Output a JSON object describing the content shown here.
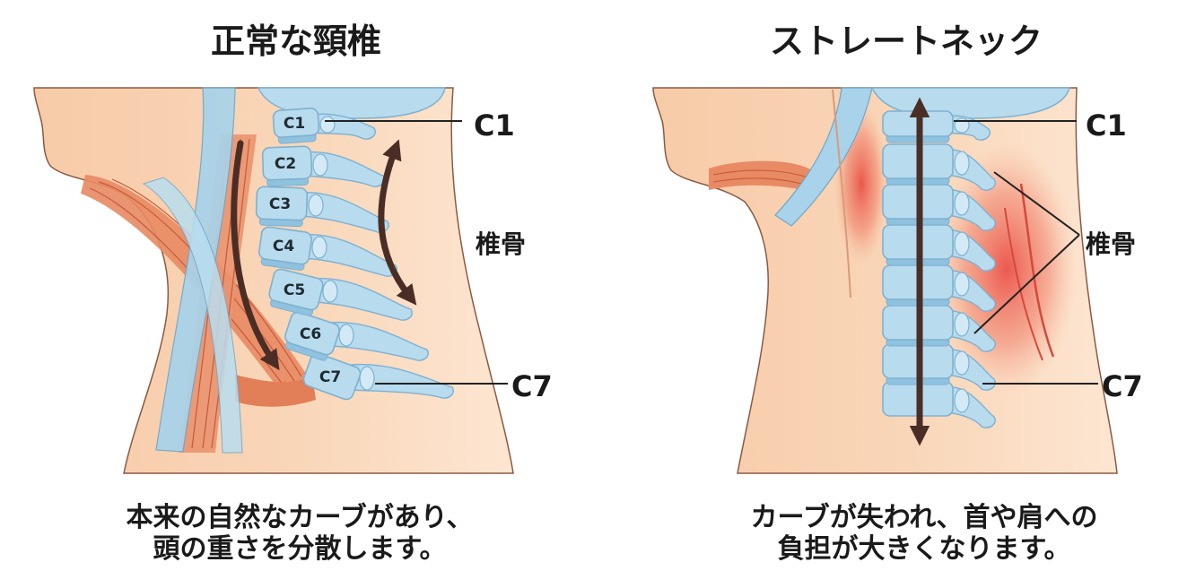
{
  "panels": [
    {
      "title": "正常な頸椎",
      "caption": [
        "本来の自然なカーブがあり、",
        "頭の重さを分散します。"
      ],
      "label_c1": "C1",
      "label_c7": "C7",
      "label_vertebra": "椎骨",
      "vertebra_labels": [
        "C1",
        "C2",
        "C3",
        "C4",
        "C5",
        "C6",
        "C7"
      ]
    },
    {
      "title": "ストレートネック",
      "caption": [
        "カーブが失われ、首や肩への",
        "負担が大きくなります。"
      ],
      "label_c1": "C1",
      "label_c7": "C7",
      "label_vertebra": "椎骨"
    }
  ],
  "colors": {
    "skin": "#f8d3b3",
    "skin_light": "#fce4cf",
    "skin_outline": "#8a5a44",
    "bone": "#b8dbee",
    "bone_outline": "#7eb1d0",
    "disc": "#8fc2df",
    "muscle": "#e88a63",
    "muscle_line": "#c55a3a",
    "tendon": "#a8d3ea",
    "arrow": "#4a2e26",
    "strain": "#e8413a",
    "text": "#1a1a1a"
  }
}
